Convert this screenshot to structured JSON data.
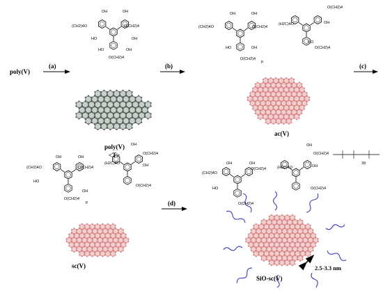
{
  "labels": {
    "start": "poly(V)",
    "poly": "poly(V)",
    "poly_sub": "<T>",
    "ac": "ac(V)",
    "sc": "sc(V)",
    "sio": "SiO-sc(V)"
  },
  "steps": {
    "a": "(a)",
    "b": "(b)",
    "c": "(c)",
    "d": "(d)"
  },
  "dimension": "2.5-3.3 nm",
  "fragments": {
    "oh": "OH",
    "ho": "HO",
    "ch2_4_o": "(CH2)4O",
    "o_ch2_4": "O(CH2)4",
    "h2c_4o": "(H2C)4O",
    "p": "p",
    "n39": "39"
  },
  "colors": {
    "sheet_dark": "#55605a",
    "sheet_light": "#c9cfcb",
    "sheet_pink": "#d98888",
    "sheet_pink_light": "#f3d0d0",
    "chain_blue": "#3a3ab8",
    "arrow": "#000000"
  }
}
